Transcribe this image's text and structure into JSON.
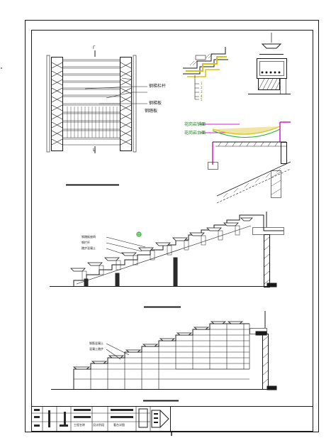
{
  "plan_labels": {
    "top_marker": "Γ",
    "bottom_marker": "L",
    "label_1": "钢梯栏杆",
    "label_2": "钢梯板",
    "label_3": "钢踏板"
  },
  "detail_labels": {
    "item_1": "1",
    "item_2": "2",
    "item_3": "3",
    "item_4": "4",
    "item_5": "5"
  },
  "section_labels": {
    "label_upper": "花岗岩铺面",
    "label_lower": "花岗岩台面"
  },
  "elevation1_labels": {
    "label_1": "钢踏板座椅",
    "label_2": "钢栏杆",
    "label_3": "踏步混凝土"
  },
  "elevation2_labels": {
    "label_1": "钢筋混凝土",
    "label_2": "混凝土踏步"
  },
  "title_block": {
    "cell_1": "工程名称",
    "cell_2": "设计阶段",
    "cell_3": "看台详图"
  },
  "colors": {
    "line": "#1a1a1a",
    "magenta": "#d21cc8",
    "yellow": "#d6c21a",
    "green": "#27b127",
    "dark_block": "#2a2a2a"
  }
}
